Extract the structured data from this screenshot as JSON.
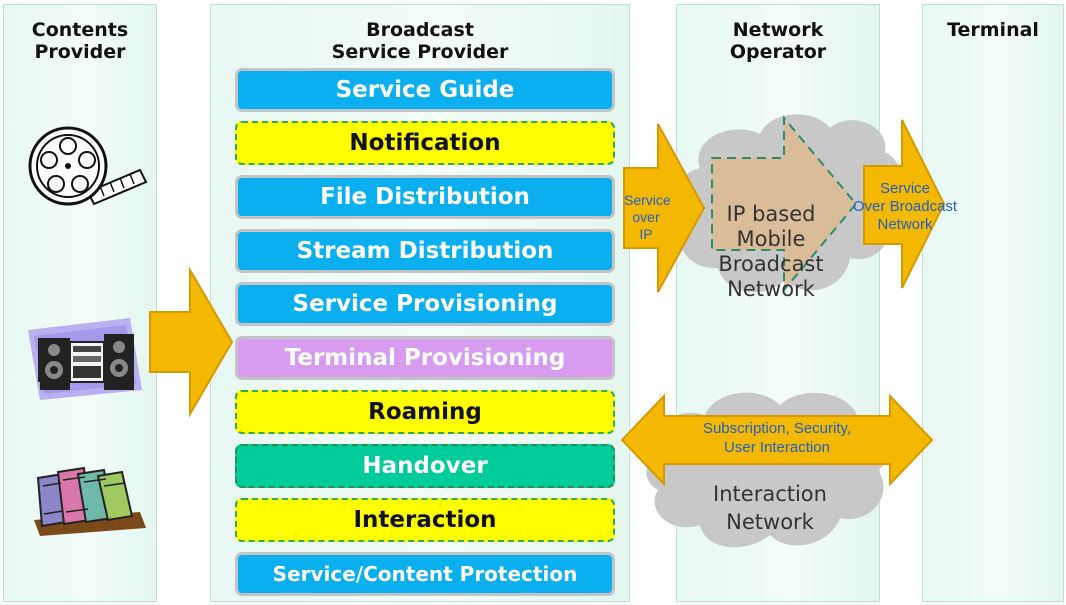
{
  "columns": {
    "contents_provider": {
      "line1": "Contents",
      "line2": "Provider"
    },
    "broadcast_service_provider": {
      "line1": "Broadcast",
      "line2": "Service Provider"
    },
    "network_operator": {
      "line1": "Network",
      "line2": "Operator"
    },
    "terminal": {
      "line1": "Terminal"
    }
  },
  "functions": [
    {
      "label": "Service Guide",
      "style": "blue"
    },
    {
      "label": "Notification",
      "style": "yellow"
    },
    {
      "label": "File Distribution",
      "style": "blue"
    },
    {
      "label": "Stream Distribution",
      "style": "blue"
    },
    {
      "label": "Service Provisioning",
      "style": "blue"
    },
    {
      "label": "Terminal Provisioning",
      "style": "purple"
    },
    {
      "label": "Roaming",
      "style": "yellow"
    },
    {
      "label": "Handover",
      "style": "green"
    },
    {
      "label": "Interaction",
      "style": "yellow"
    },
    {
      "label": "Service/Content Protection",
      "style": "blue"
    }
  ],
  "flows": {
    "service_over_ip": {
      "line1": "Service",
      "line2": "over IP"
    },
    "service_over_broadcast": {
      "line1": "Service",
      "line2": "Over Broadcast",
      "line3": "Network"
    },
    "interaction_arrow": {
      "line1": "Subscription, Security,",
      "line2": "User Interaction"
    }
  },
  "clouds": {
    "broadcast_network": {
      "line1": "IP based",
      "line2": "Mobile",
      "line3": "Broadcast",
      "line4": "Network"
    },
    "interaction_network": {
      "line1": "Interaction",
      "line2": "Network"
    }
  },
  "icons": [
    "film-reel-icon",
    "stereo-system-icon",
    "books-icon"
  ],
  "colors": {
    "column_bg": "#eaf9f4",
    "blue_box": "#0aaff0",
    "yellow_box": "#ffff00",
    "purple_box": "#d79bf0",
    "green_box": "#00cc99",
    "arrow": "#f5b800",
    "cloud": "#c8c8c8",
    "flow_text": "#1f5fd0"
  }
}
